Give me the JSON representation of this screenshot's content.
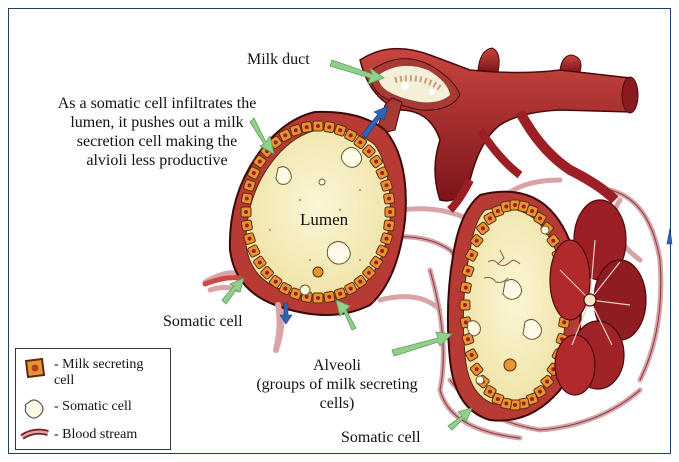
{
  "labels": {
    "milk_duct": "Milk duct",
    "infiltration_note": [
      "As a somatic cell infiltrates the",
      "lumen, it pushes out a milk",
      "secretion cell making the",
      "alvioli less productive"
    ],
    "lumen": "Lumen",
    "somatic_cell_left": "Somatic cell",
    "alveoli": [
      "Alveoli",
      "(groups of milk secreting",
      "cells)"
    ],
    "somatic_cell_bottom": "Somatic cell"
  },
  "legend": {
    "items": [
      {
        "label": "- Milk secreting",
        "label2": "cell",
        "icon": "milk-secreting-cell-icon"
      },
      {
        "label": "- Somatic cell",
        "icon": "somatic-cell-icon"
      },
      {
        "label": "- Blood stream",
        "icon": "blood-stream-icon"
      }
    ]
  },
  "colors": {
    "vessel": "#9b1f25",
    "vessel_light": "#c84b45",
    "lumen": "#f6f0c6",
    "cell_orange": "#e8952f",
    "cell_border": "#5a2a10",
    "arrow_green": "#8fd08a",
    "arrow_blue": "#2f63b5",
    "capillary": "#d9a3a7"
  }
}
